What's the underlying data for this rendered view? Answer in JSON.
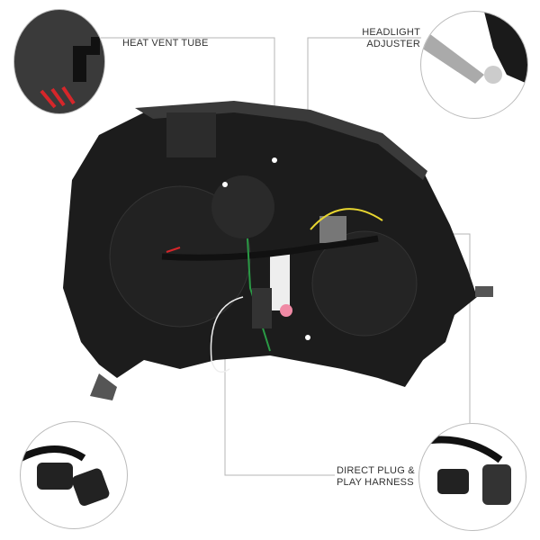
{
  "callouts": {
    "heat_vent": "HEAT VENT TUBE",
    "headlight_adjuster_line1": "HEADLIGHT",
    "headlight_adjuster_line2": "ADJUSTER",
    "harness_line1": "DIRECT PLUG &",
    "harness_line2": "PLAY HARNESS"
  },
  "colors": {
    "housing": "#1c1c1c",
    "callout_line": "#b5b5b5",
    "heat_arrows": "#d6262a",
    "wire_yellow": "#e8d630",
    "wire_green": "#2a9a45"
  }
}
